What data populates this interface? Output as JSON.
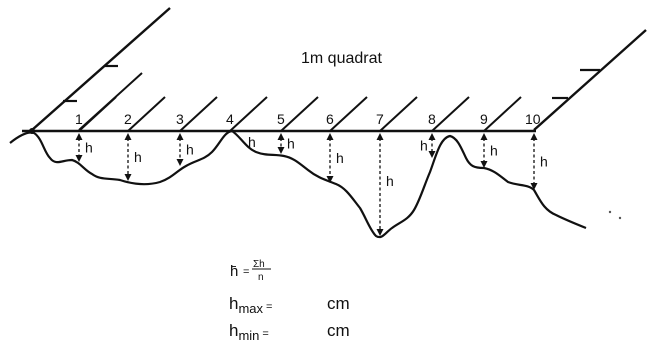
{
  "title": "1m quadrat",
  "points": [
    {
      "n": "1",
      "label": "h"
    },
    {
      "n": "2",
      "label": "h"
    },
    {
      "n": "3",
      "label": "h"
    },
    {
      "n": "4",
      "label": "h"
    },
    {
      "n": "5",
      "label": "h"
    },
    {
      "n": "6",
      "label": "h"
    },
    {
      "n": "7",
      "label": "h"
    },
    {
      "n": "8",
      "label": "h"
    },
    {
      "n": "9",
      "label": "h"
    },
    {
      "n": "10",
      "label": "h"
    }
  ],
  "formula": {
    "hbar": "h̄",
    "equals": "=",
    "numerator": "Σh",
    "denominator": "n"
  },
  "hmax": {
    "h": "h",
    "sub": "max",
    "eq": "=",
    "unit": "cm"
  },
  "hmin": {
    "h": "h",
    "sub": "min",
    "eq": "=",
    "unit": "cm"
  }
}
